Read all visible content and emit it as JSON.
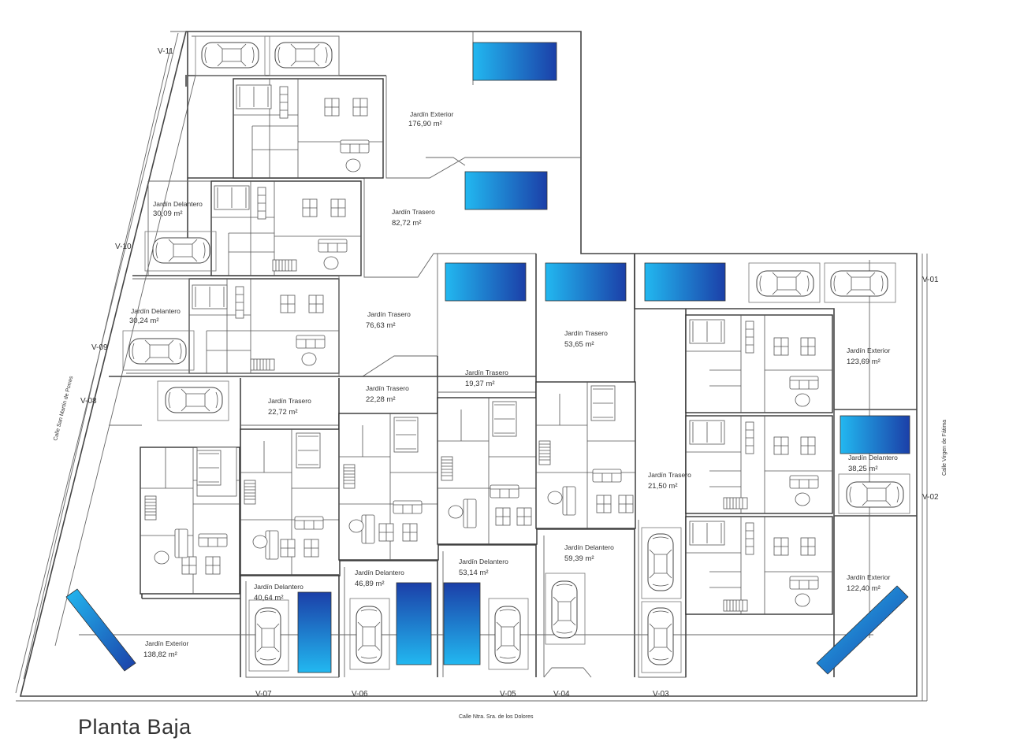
{
  "title": "Planta Baja",
  "colors": {
    "pool_dark": "#1b3fa8",
    "pool_light": "#22b8f0",
    "lines": "#444444"
  },
  "streets": {
    "bottom": "Calle Ntra. Sra. de los Dolores",
    "left": "Calle San Martín de Porres",
    "right": "Calle Virgen de Fátima"
  },
  "unit_labels": [
    "V-11",
    "V-10",
    "V-09",
    "V-08",
    "V-07",
    "V-06",
    "V-05",
    "V-04",
    "V-03",
    "V-01",
    "V-02"
  ],
  "gardens": [
    {
      "name": "Jardín Exterior",
      "area": "176,90 m²"
    },
    {
      "name": "Jardín Delantero",
      "area": "30,09 m²"
    },
    {
      "name": "Jardín Trasero",
      "area": "82,72 m²"
    },
    {
      "name": "Jardín Delantero",
      "area": "30,24 m²"
    },
    {
      "name": "Jardín Trasero",
      "area": "76,63 m²"
    },
    {
      "name": "Jardín Trasero",
      "area": "53,65 m²"
    },
    {
      "name": "Jardín Trasero",
      "area": "22,72 m²"
    },
    {
      "name": "Jardín Trasero",
      "area": "22,28 m²"
    },
    {
      "name": "Jardín Trasero",
      "area": "19,37 m²"
    },
    {
      "name": "Jardín Exterior",
      "area": "123,69 m²"
    },
    {
      "name": "Jardín Delantero",
      "area": "38,25 m²"
    },
    {
      "name": "Jardín Trasero",
      "area": "21,50 m²"
    },
    {
      "name": "Jardín Delantero",
      "area": "59,39 m²"
    },
    {
      "name": "Jardín Delantero",
      "area": "53,14 m²"
    },
    {
      "name": "Jardín Delantero",
      "area": "46,89 m²"
    },
    {
      "name": "Jardín Delantero",
      "area": "40,64 m²"
    },
    {
      "name": "Jardín Exterior",
      "area": "138,82 m²"
    },
    {
      "name": "Jardín Exterior",
      "area": "122,40 m²"
    }
  ]
}
